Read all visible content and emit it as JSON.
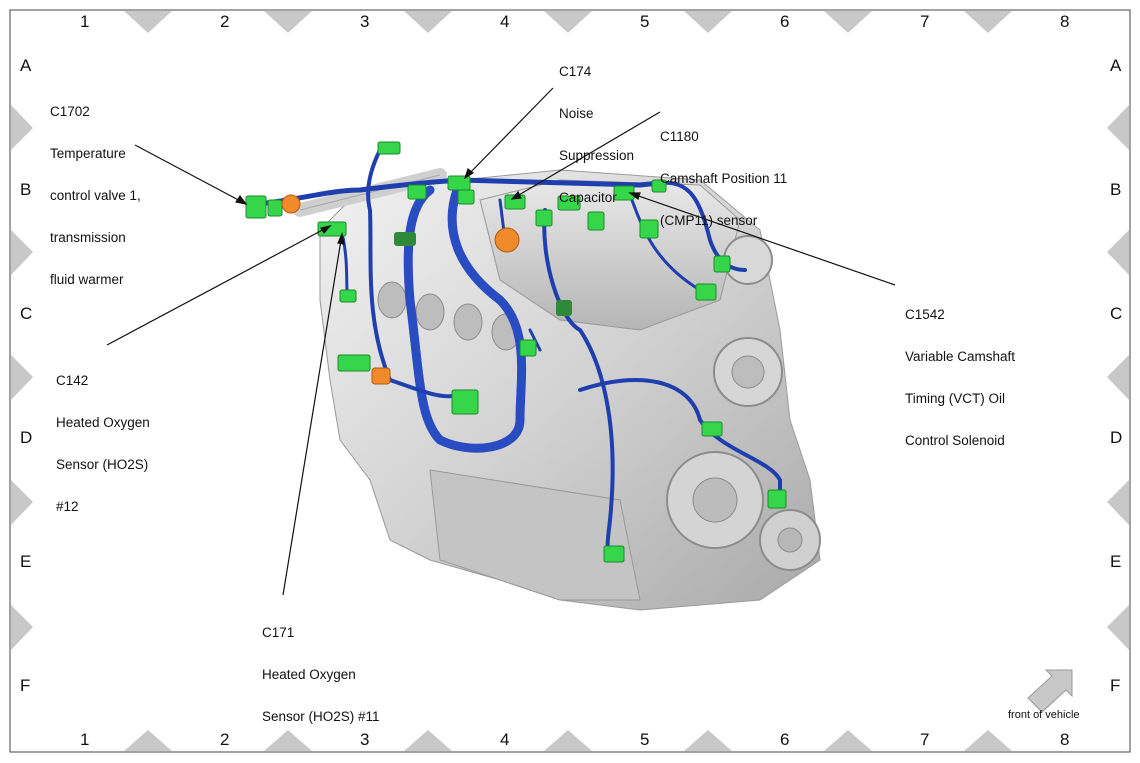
{
  "grid": {
    "columns": [
      "1",
      "2",
      "3",
      "4",
      "5",
      "6",
      "7",
      "8"
    ],
    "rows": [
      "A",
      "B",
      "C",
      "D",
      "E",
      "F"
    ]
  },
  "callouts": [
    {
      "id": "c1702",
      "lines": [
        "C1702",
        "Temperature",
        "control valve 1,",
        "transmission",
        "fluid warmer"
      ]
    },
    {
      "id": "c174",
      "lines": [
        "C174",
        "Noise",
        "Suppression",
        "Capacitor"
      ]
    },
    {
      "id": "c1180",
      "lines": [
        "C1180",
        "Camshaft Position 11",
        "(CMP11) sensor"
      ]
    },
    {
      "id": "c1542",
      "lines": [
        "C1542",
        "Variable Camshaft",
        "Timing (VCT) Oil",
        "Control Solenoid"
      ]
    },
    {
      "id": "c142",
      "lines": [
        "C142",
        "Heated Oxygen",
        "Sensor (HO2S)",
        "#12"
      ]
    },
    {
      "id": "c171",
      "lines": [
        "C171",
        "Heated Oxygen",
        "Sensor (HO2S) #11"
      ]
    }
  ],
  "orientation": {
    "label": "front of vehicle",
    "icon": "arrow-up-right-icon"
  },
  "colors": {
    "harness": "#1f3fae",
    "connector": "#35d64a",
    "engine": "#cfcfcf",
    "orange": "#f08a2a",
    "marker": "#c6c6c6"
  }
}
